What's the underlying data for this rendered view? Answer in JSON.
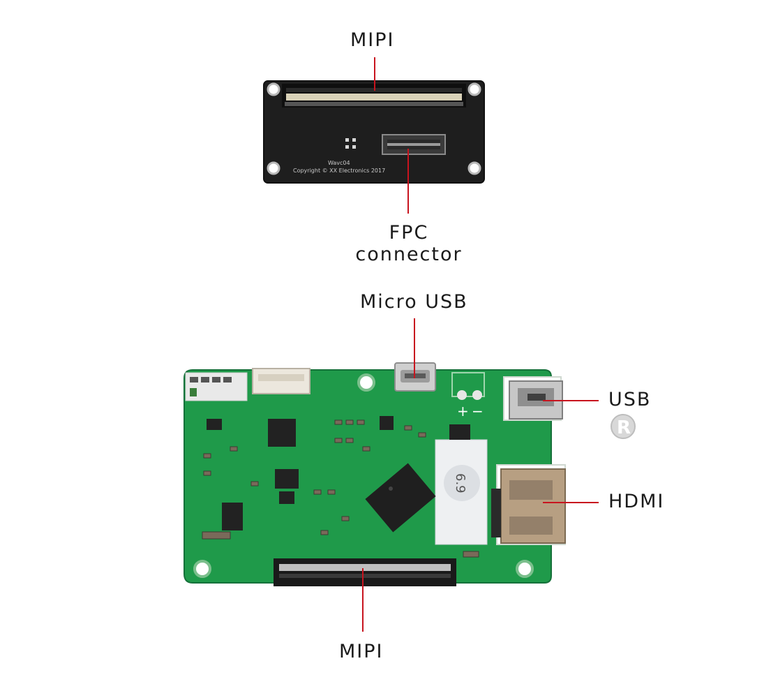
{
  "labels": {
    "top_mipi": "MIPI",
    "fpc_line1": "FPC",
    "fpc_line2": "connector",
    "micro_usb": "Micro USB",
    "usb": "USB",
    "hdmi": "HDMI",
    "bottom_mipi": "MIPI"
  },
  "silkscreen": {
    "small_board_text1": "Wavc04",
    "small_board_text2": "Copyright © XX Electronics 2017",
    "plus": "+",
    "minus": "−",
    "sticker": "6.9",
    "registered": "R"
  },
  "colors": {
    "leader_line": "#c8141e",
    "board_green": "#1f9a4a",
    "board_dark": "#1b1b1b"
  }
}
